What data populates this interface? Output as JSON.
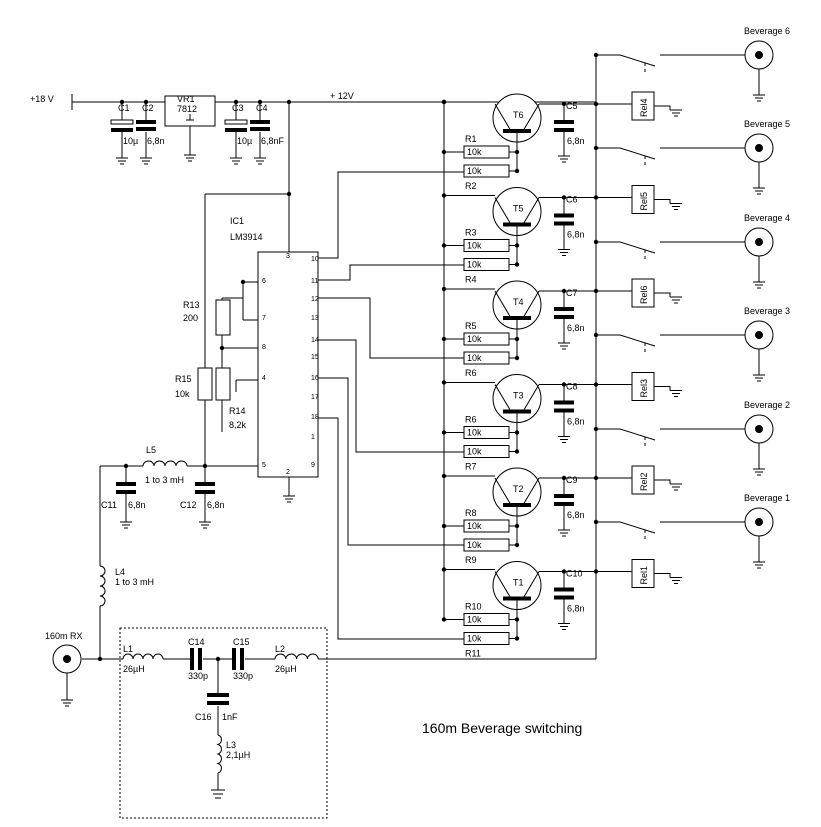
{
  "title": "160m Beverage switching",
  "supply_in": "+18 V",
  "rail": "+ 12V",
  "regulator": {
    "ref": "VR1",
    "part": "7812"
  },
  "ic": {
    "ref": "IC1",
    "part": "LM3914",
    "pins": [
      "3",
      "10",
      "11",
      "12",
      "13",
      "14",
      "15",
      "16",
      "17",
      "18",
      "6",
      "7",
      "8",
      "4",
      "5",
      "2",
      "1",
      "9"
    ]
  },
  "rx_label": "160m RX",
  "input_caps": [
    {
      "ref": "C1",
      "value": "10µ"
    },
    {
      "ref": "C2",
      "value": "6,8n"
    },
    {
      "ref": "C3",
      "value": "10µ"
    },
    {
      "ref": "C4",
      "value": "6,8nF"
    }
  ],
  "resistors_ic": [
    {
      "ref": "R13",
      "value": "200"
    },
    {
      "ref": "R15",
      "value": "10k"
    },
    {
      "ref": "R14",
      "value": "8,2k"
    }
  ],
  "chokes": [
    {
      "ref": "L5",
      "value": "1 to 3 mH"
    },
    {
      "ref": "L4",
      "value": "1 to 3 mH"
    }
  ],
  "bypass_caps": [
    {
      "ref": "C11",
      "value": "6,8n"
    },
    {
      "ref": "C12",
      "value": "6,8n"
    }
  ],
  "filter": [
    {
      "ref": "L1",
      "value": "26µH"
    },
    {
      "ref": "C14",
      "value": "330p"
    },
    {
      "ref": "C15",
      "value": "330p"
    },
    {
      "ref": "L2",
      "value": "26µH"
    },
    {
      "ref": "C16",
      "value": "1nF"
    },
    {
      "ref": "L3",
      "value": "2,1µH"
    }
  ],
  "res_value": "10k",
  "res_labels": [
    "R1",
    "R2",
    "R3",
    "R4",
    "R5",
    "R6",
    "R6",
    "R7",
    "R8",
    "R9",
    "R10",
    "R11"
  ],
  "stages": [
    {
      "transistor": "T6",
      "cap": "C5",
      "cap_value": "6,8n",
      "relay": "Rel4"
    },
    {
      "transistor": "T5",
      "cap": "C6",
      "cap_value": "6,8n",
      "relay": "Rel5"
    },
    {
      "transistor": "T4",
      "cap": "C7",
      "cap_value": "6,8n",
      "relay": "Rel6"
    },
    {
      "transistor": "T3",
      "cap": "C8",
      "cap_value": "6,8n",
      "relay": "Rel3"
    },
    {
      "transistor": "T2",
      "cap": "C9",
      "cap_value": "6,8n",
      "relay": "Rel2"
    },
    {
      "transistor": "T1",
      "cap": "C10",
      "cap_value": "6,8n",
      "relay": "Rel1"
    }
  ],
  "beverages": [
    "Beverage 6",
    "Beverage 5",
    "Beverage 4",
    "Beverage 3",
    "Beverage 2",
    "Beverage 1"
  ]
}
